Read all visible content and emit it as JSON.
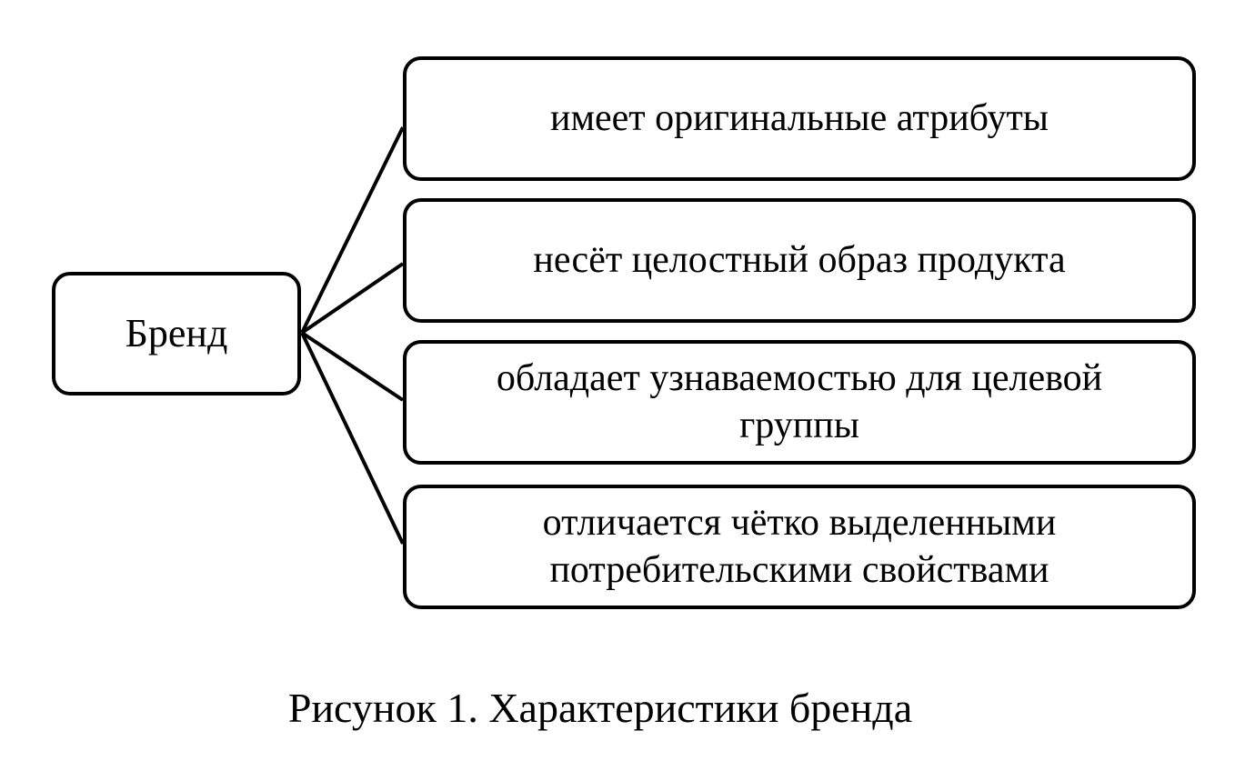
{
  "diagram": {
    "root": {
      "label": "Бренд"
    },
    "characteristics": [
      {
        "label": "имеет оригинальные атрибуты"
      },
      {
        "label": "несёт целостный образ продукта"
      },
      {
        "label": "обладает узнаваемостью для целевой группы"
      },
      {
        "label": "отличается чётко выделенными потребительскими свойствами"
      }
    ]
  },
  "caption": "Рисунок 1. Характеристики бренда",
  "colors": {
    "stroke": "#000000",
    "background": "#ffffff",
    "text": "#000000"
  }
}
